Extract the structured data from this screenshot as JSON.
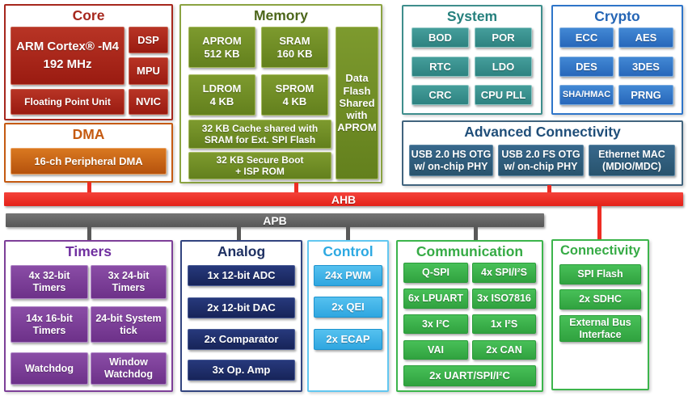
{
  "buses": {
    "ahb_label": "AHB",
    "apb_label": "APB"
  },
  "sections": {
    "core": {
      "title": "Core",
      "arm_cpu": "ARM Cortex® -M4\n192 MHz",
      "dsp": "DSP",
      "mpu": "MPU",
      "fpu": "Floating Point Unit",
      "nvic": "NVIC"
    },
    "dma": {
      "title": "DMA",
      "pdma": "16-ch Peripheral DMA"
    },
    "memory": {
      "title": "Memory",
      "aprom": "APROM\n512 KB",
      "sram": "SRAM\n160 KB",
      "ldrom": "LDROM\n4 KB",
      "sprom": "SPROM\n4 KB",
      "cache": "32 KB Cache shared with\nSRAM for Ext. SPI Flash",
      "secure_boot": "32 KB Secure Boot\n+ ISP ROM",
      "data_flash": "Data\nFlash\nShared\nwith\nAPROM"
    },
    "system": {
      "title": "System",
      "items": [
        "BOD",
        "POR",
        "RTC",
        "LDO",
        "CRC",
        "CPU PLL"
      ]
    },
    "crypto": {
      "title": "Crypto",
      "items": [
        "ECC",
        "AES",
        "DES",
        "3DES",
        "SHA/HMAC",
        "PRNG"
      ]
    },
    "advanced_connectivity": {
      "title": "Advanced Connectivity",
      "items": [
        "USB 2.0 HS OTG\nw/ on-chip PHY",
        "USB 2.0 FS OTG\nw/ on-chip PHY",
        "Ethernet MAC\n(MDIO/MDC)"
      ]
    },
    "timers": {
      "title": "Timers",
      "items": [
        "4x 32-bit\nTimers",
        "3x 24-bit\nTimers",
        "14x 16-bit\nTimers",
        "24-bit System\ntick",
        "Watchdog",
        "Window\nWatchdog"
      ]
    },
    "analog": {
      "title": "Analog",
      "items": [
        "1x 12-bit ADC",
        "2x 12-bit DAC",
        "2x Comparator",
        "3x Op. Amp"
      ]
    },
    "control": {
      "title": "Control",
      "items": [
        "24x PWM",
        "2x QEI",
        "2x ECAP"
      ]
    },
    "communication": {
      "title": "Communication",
      "items": [
        "Q-SPI",
        "4x SPI/I²S",
        "6x LPUART",
        "3x ISO7816",
        "3x I²C",
        "1x I²S",
        "VAI",
        "2x CAN",
        "2x UART/SPI/I²C"
      ]
    },
    "connectivity": {
      "title": "Connectivity",
      "items": [
        "SPI Flash",
        "2x SDHC",
        "External Bus\nInterface"
      ]
    }
  },
  "colors": {
    "core": "#a6271d",
    "dma": "#c55a11",
    "memory": "#6e8b23",
    "system": "#348e8c",
    "crypto": "#2e75c9",
    "advanced_connectivity": "#2d5f7e",
    "ahb_bus": "#ee2d24",
    "apb_bus": "#636363",
    "timers": "#7d3f98",
    "analog": "#1b2a66",
    "control": "#3fb3e8",
    "communication": "#3cb54c",
    "connectivity": "#3cb54c",
    "background": "#ffffff"
  }
}
